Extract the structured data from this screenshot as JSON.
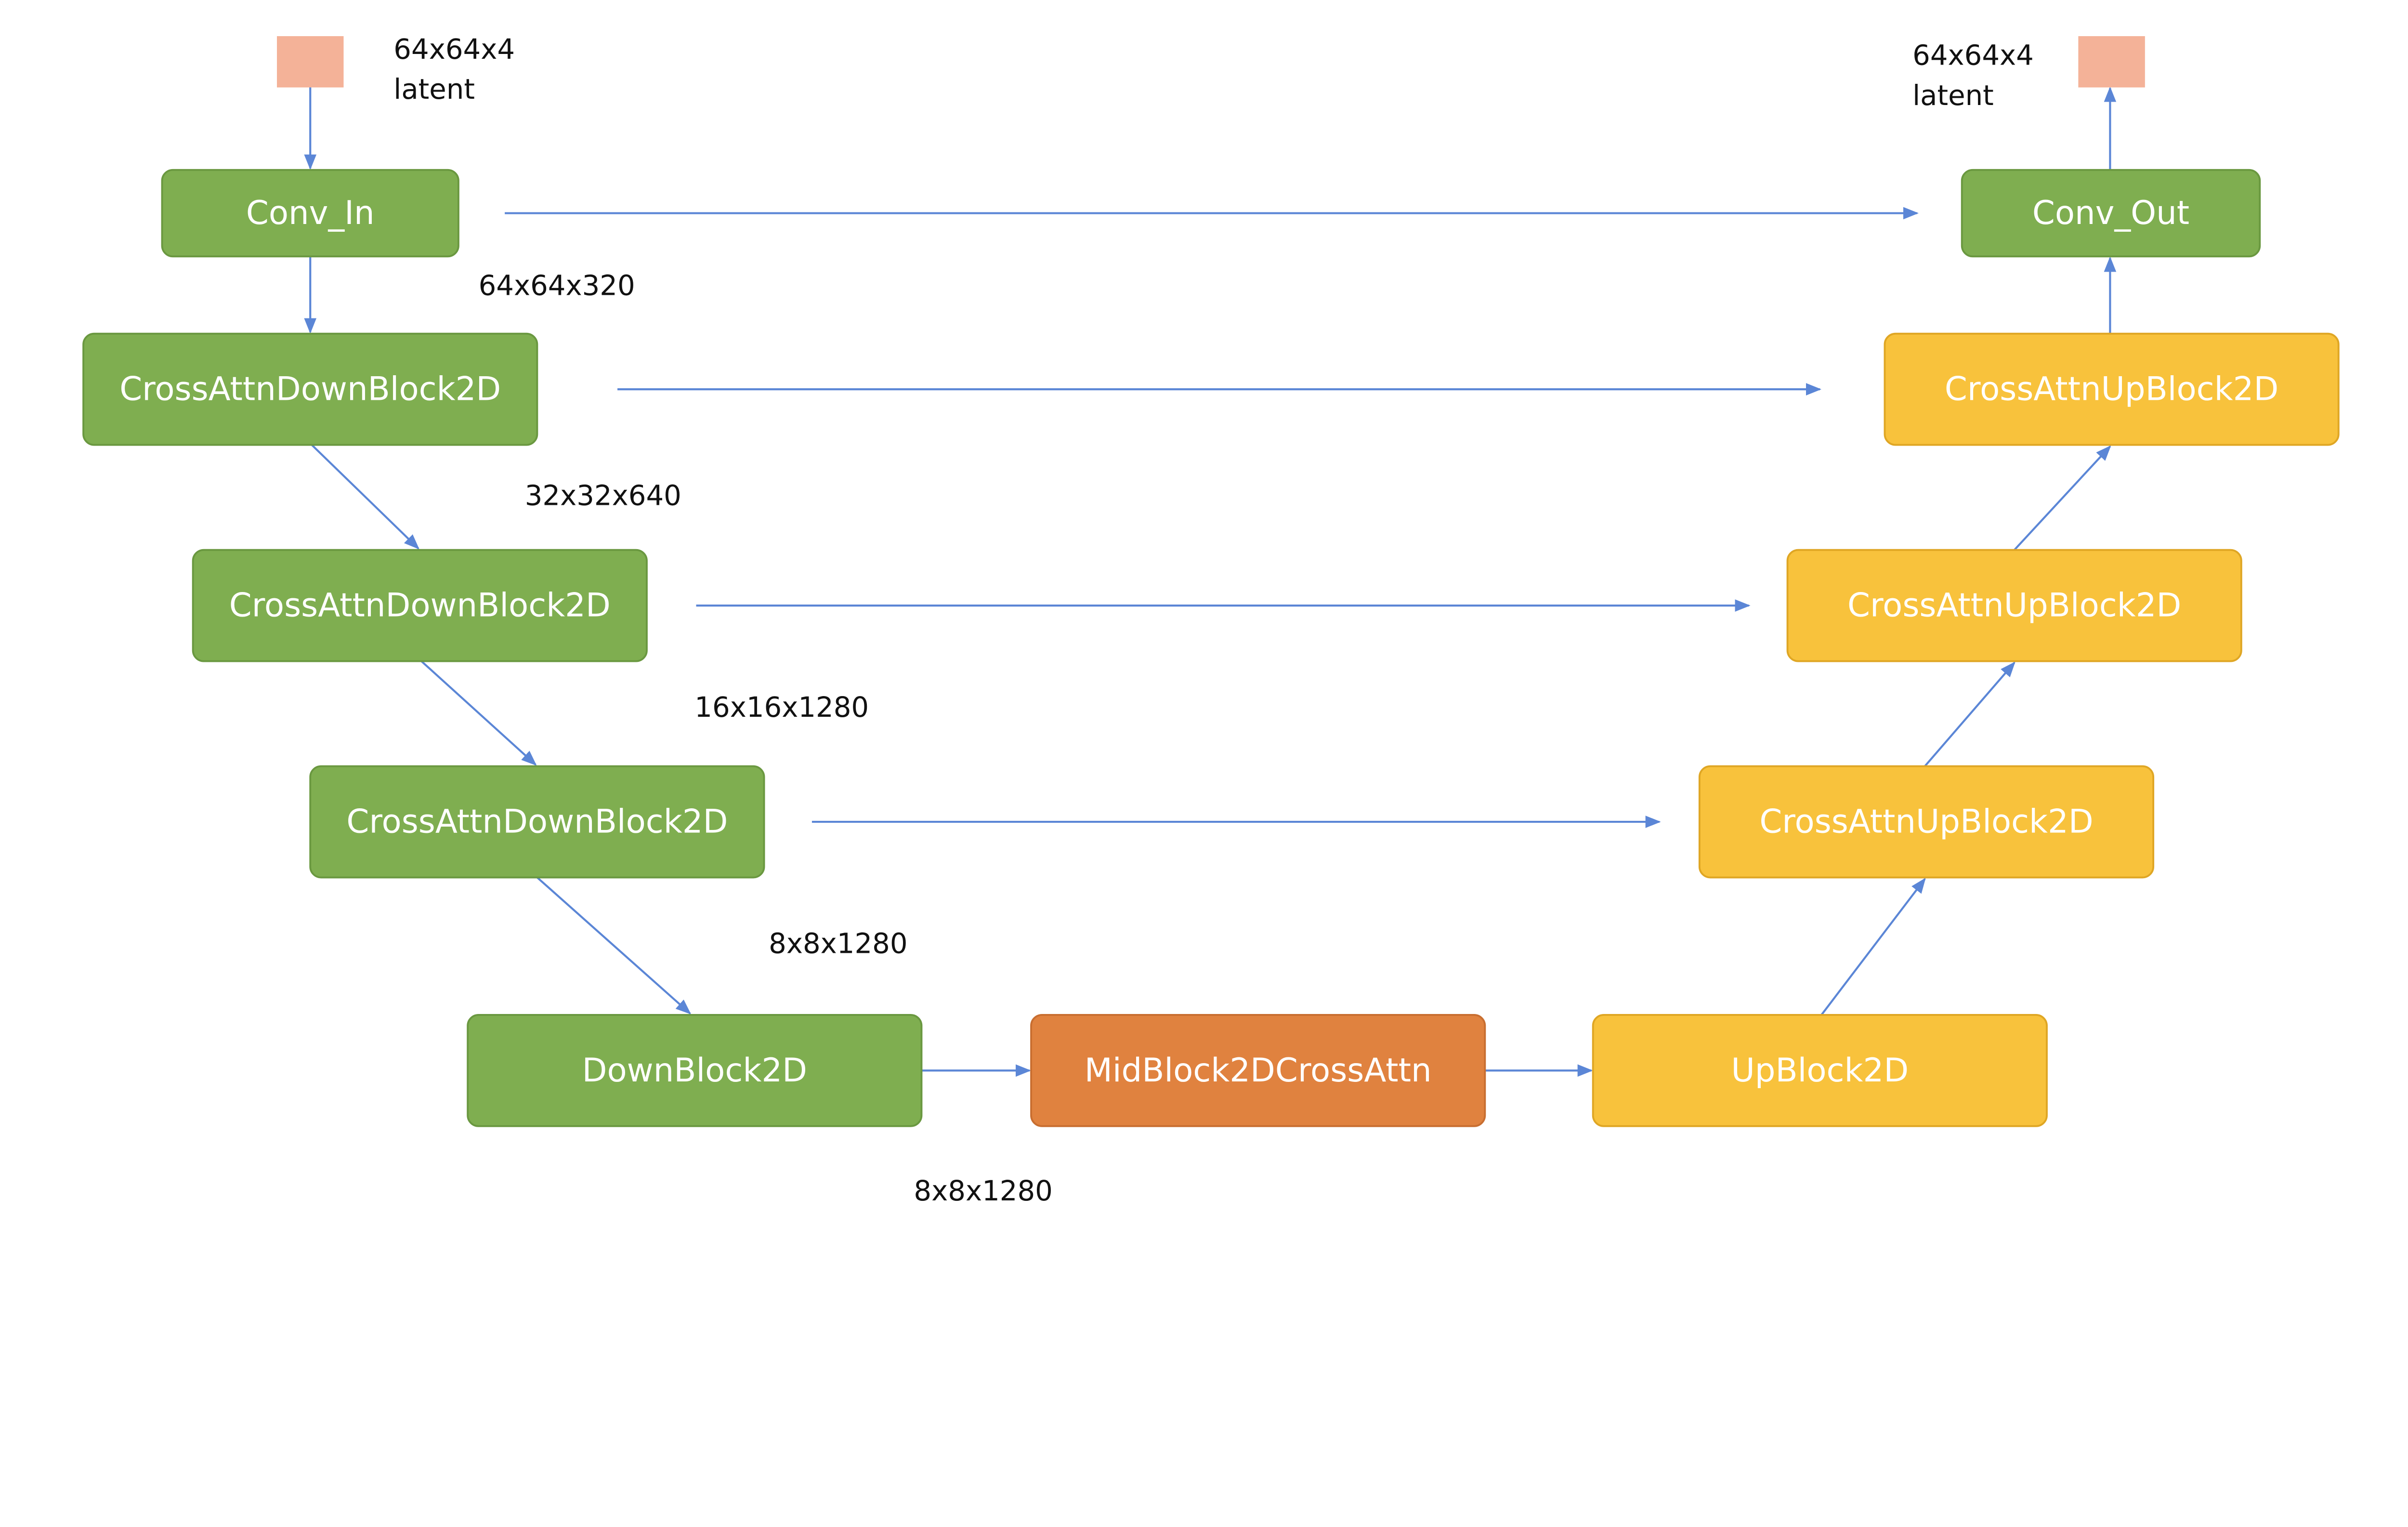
{
  "colors": {
    "down": "#7fae50",
    "down_border": "#6a9840",
    "mid": "#e0823f",
    "mid_border": "#c86e30",
    "up": "#f8c23c",
    "up_border": "#dfa624",
    "latent": "#f4b298",
    "arrow": "#5b86d6"
  },
  "blocks": [
    {
      "id": "latent-in",
      "label": "",
      "kind": "latent"
    },
    {
      "id": "conv-in",
      "label": "Conv_In",
      "kind": "down"
    },
    {
      "id": "cross-attn-down-block-1",
      "label": "CrossAttnDownBlock2D",
      "kind": "down"
    },
    {
      "id": "cross-attn-down-block-2",
      "label": "CrossAttnDownBlock2D",
      "kind": "down"
    },
    {
      "id": "cross-attn-down-block-3",
      "label": "CrossAttnDownBlock2D",
      "kind": "down"
    },
    {
      "id": "down-block",
      "label": "DownBlock2D",
      "kind": "down"
    },
    {
      "id": "mid-block",
      "label": "MidBlock2DCrossAttn",
      "kind": "mid"
    },
    {
      "id": "up-block",
      "label": "UpBlock2D",
      "kind": "up"
    },
    {
      "id": "cross-attn-up-block-3",
      "label": "CrossAttnUpBlock2D",
      "kind": "up"
    },
    {
      "id": "cross-attn-up-block-2",
      "label": "CrossAttnUpBlock2D",
      "kind": "up"
    },
    {
      "id": "cross-attn-up-block-1",
      "label": "CrossAttnUpBlock2D",
      "kind": "up"
    },
    {
      "id": "conv-out",
      "label": "Conv_Out",
      "kind": "up_green"
    },
    {
      "id": "latent-out",
      "label": "",
      "kind": "latent"
    }
  ],
  "labels": {
    "latent_in_shape": "64x64x4",
    "latent_in_name": "latent",
    "latent_out_shape": "64x64x4",
    "latent_out_name": "latent",
    "conv_in_shape": "64x64x320",
    "down1_shape": "32x32x640",
    "down2_shape": "16x16x1280",
    "down3_shape": "8x8x1280",
    "mid_shape": "8x8x1280"
  }
}
